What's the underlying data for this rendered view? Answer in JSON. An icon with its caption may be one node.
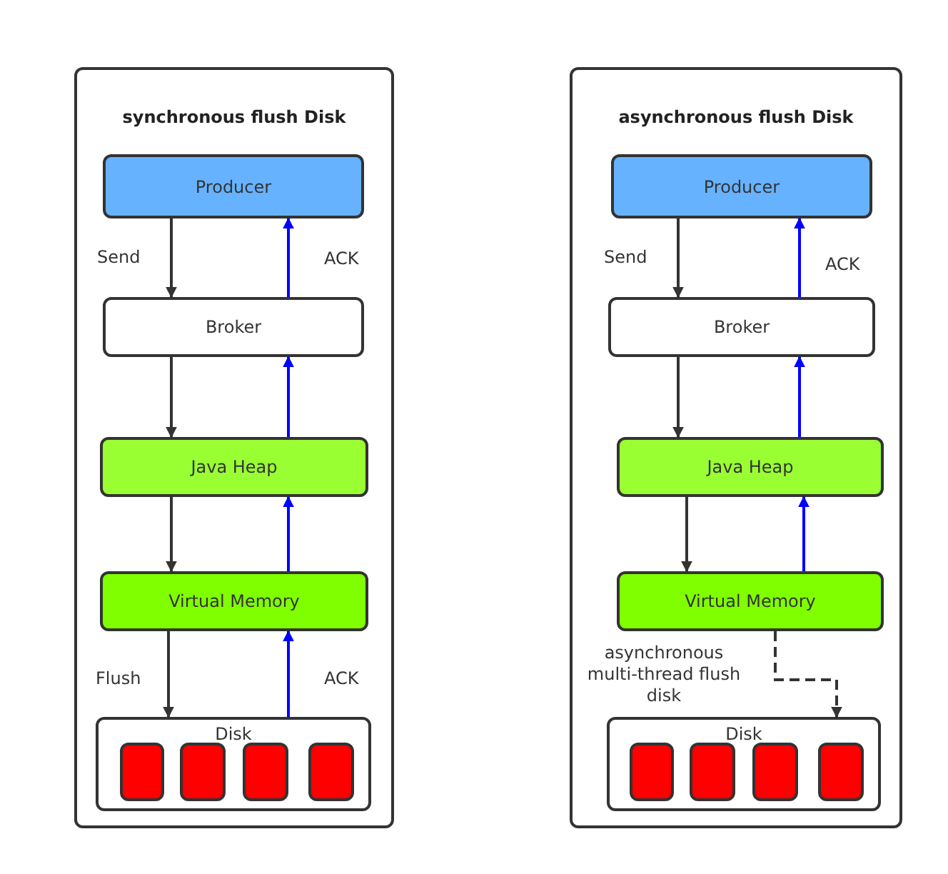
{
  "diagram": {
    "nodes": [
      {
        "text": [
          "synchronous flush Disk"
        ]
      },
      {
        "text": [
          "Producer"
        ],
        "in": 0
      },
      {
        "text": [
          "Broker"
        ],
        "in": 0
      },
      {
        "text": [
          "Java Heap"
        ],
        "in": 0
      },
      {
        "text": [
          "Virtual Memory"
        ],
        "in": 0
      },
      {
        "text": [
          "Disk"
        ],
        "in": 0
      },
      {
        "text": [],
        "shape": "box",
        "in": 5
      },
      {
        "text": [],
        "shape": "box",
        "in": 5
      },
      {
        "text": [],
        "shape": "box",
        "in": 5
      },
      {
        "text": [],
        "shape": "box",
        "in": 5
      },
      {
        "text": [
          "asynchronous flush Disk"
        ]
      },
      {
        "text": [
          "Producer"
        ],
        "in": 10
      },
      {
        "text": [
          "Broker"
        ],
        "in": 10
      },
      {
        "text": [
          "Java Heap"
        ],
        "in": 10
      },
      {
        "text": [
          "Virtual Memory"
        ],
        "in": 10
      },
      {
        "text": [
          "Disk"
        ],
        "in": 10
      },
      {
        "text": [],
        "shape": "box",
        "in": 15
      },
      {
        "text": [],
        "shape": "box",
        "in": 15
      },
      {
        "text": [],
        "shape": "box",
        "in": 15
      },
      {
        "text": [],
        "shape": "box",
        "in": 15
      }
    ],
    "edges": [
      {
        "from": 1,
        "to": 2,
        "arrow": "to",
        "label": "Send"
      },
      {
        "from": 2,
        "to": 1,
        "arrow": "to",
        "label": "ACK",
        "color": "#0000ff"
      },
      {
        "from": 2,
        "to": 3,
        "arrow": "to"
      },
      {
        "from": 3,
        "to": 2,
        "arrow": "to",
        "color": "#0000ff"
      },
      {
        "from": 3,
        "to": 4,
        "arrow": "to"
      },
      {
        "from": 4,
        "to": 3,
        "arrow": "to",
        "color": "#0000ff"
      },
      {
        "from": 4,
        "to": 5,
        "arrow": "to",
        "label": "Flush"
      },
      {
        "from": 5,
        "to": 4,
        "arrow": "to",
        "label": "ACK",
        "color": "#0000ff"
      },
      {
        "from": 11,
        "to": 12,
        "arrow": "to",
        "label": "Send"
      },
      {
        "from": 12,
        "to": 11,
        "arrow": "to",
        "label": "ACK",
        "color": "#0000ff"
      },
      {
        "from": 12,
        "to": 13,
        "arrow": "to"
      },
      {
        "from": 13,
        "to": 12,
        "arrow": "to",
        "color": "#0000ff"
      },
      {
        "from": 13,
        "to": 14,
        "arrow": "to"
      },
      {
        "from": 14,
        "to": 13,
        "arrow": "to",
        "color": "#0000ff"
      },
      {
        "from": 14,
        "to": 15,
        "arrow": "to",
        "label": "asynchronous multi-thread flush disk",
        "style": "dashed"
      }
    ]
  }
}
